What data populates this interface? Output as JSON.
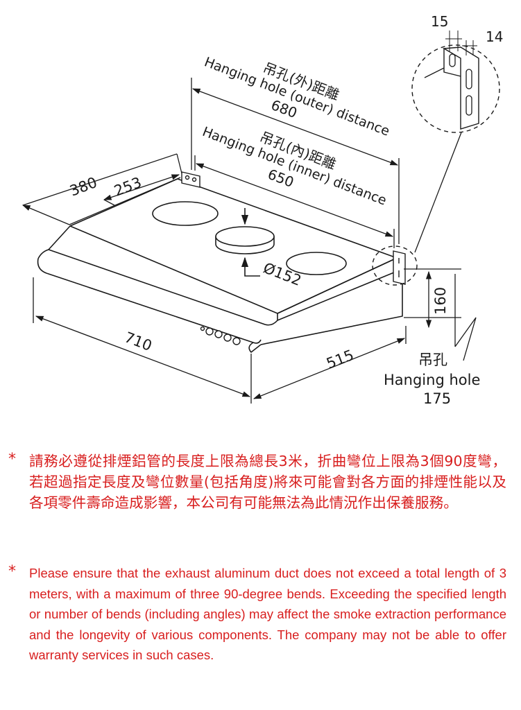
{
  "diagram": {
    "outer_hole_label_zh": "吊孔(外)距離",
    "outer_hole_label_en": "Hanging hole (outer) distance",
    "outer_hole_value": "680",
    "inner_hole_label_zh": "吊孔(內)距離",
    "inner_hole_label_en": "Hanging hole (inner) distance",
    "inner_hole_value": "650",
    "depth_outer": "380",
    "depth_inner": "253",
    "duct_diameter": "Ø152",
    "width": "710",
    "length_side": "515",
    "height": "160",
    "bracket_dim_a": "15",
    "bracket_dim_b": "14",
    "hanging_hole_label_zh": "吊孔",
    "hanging_hole_label_en": "Hanging hole",
    "hanging_hole_value": "175"
  },
  "notes": {
    "star": "*",
    "zh": "請務必遵從排煙鋁管的長度上限為總長3米，折曲彎位上限為3個90度彎，若超過指定長度及彎位數量(包括角度)將來可能會對各方面的排煙性能以及各項零件壽命造成影響，本公司有可能無法為此情況作出保養服務。",
    "en": "Please ensure that the exhaust aluminum duct does not exceed a total length of 3 meters, with a maximum of three 90-degree bends. Exceeding the specified length or number of bends (including angles) may affect the smoke extraction performance and the longevity of various components. The company may not be able to offer warranty services in such cases."
  },
  "colors": {
    "note_text": "#d81e1e",
    "line": "#1a1a1a"
  }
}
